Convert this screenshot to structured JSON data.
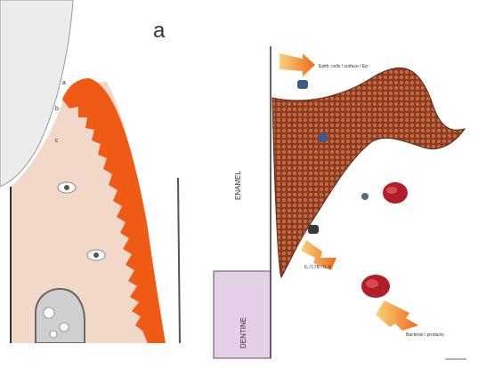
{
  "left_panel": {
    "panel_letter": "a",
    "marker_labels": [
      "a",
      "b",
      "c"
    ]
  },
  "right_panel": {
    "region_labels": {
      "upper": "ENAMEL",
      "lower": "DENTINE"
    },
    "annotations": {
      "top": "Epith. cells / surface / Ep",
      "middle": "IL / LTB / IL-8",
      "bottom": "Bacterial / products"
    },
    "scale_bar": ""
  },
  "colors": {
    "epithelium": "#ef5a14",
    "connective_tissue": "#f1d8c8",
    "tooth": "#ececec",
    "infiltrate": "#9a4a2a",
    "dentine": "#e3cfe6",
    "arrow": "#f5a23a",
    "cell": "#b11e2a"
  }
}
